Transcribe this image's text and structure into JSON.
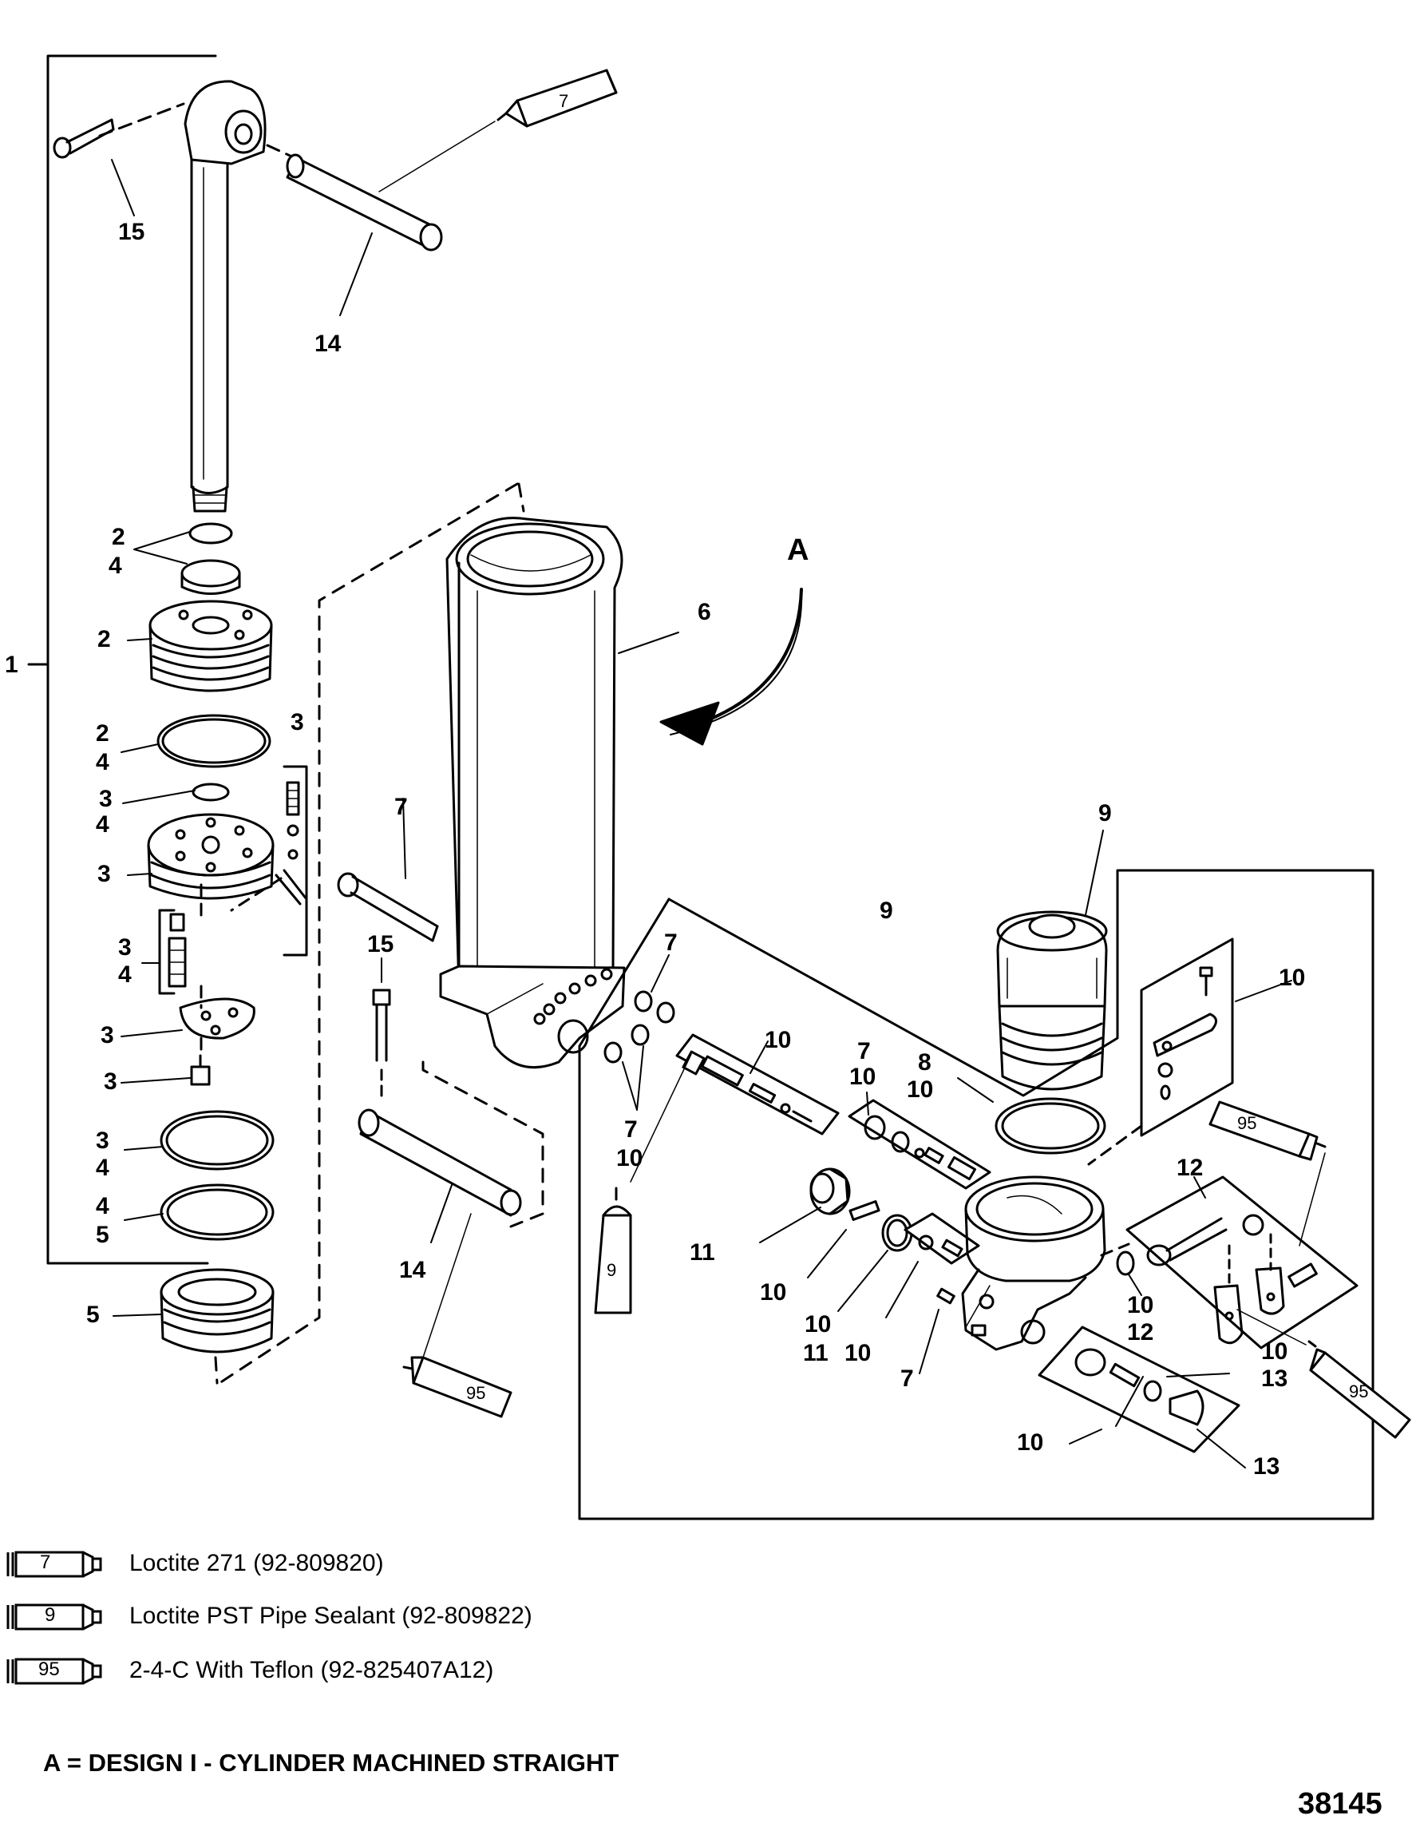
{
  "callouts": {
    "c1": "1",
    "c2a": "2",
    "c4a": "4",
    "c2b": "2",
    "c2c": "2",
    "c4b": "4",
    "c3a": "3",
    "c4c": "4",
    "c3b": "3",
    "c3c": "3",
    "c3d": "3",
    "c4d": "4",
    "c3e": "3",
    "c3f": "3",
    "c3g": "3",
    "c4e": "4",
    "c4f": "4",
    "c5a": "5",
    "c5b": "5",
    "c15a": "15",
    "c14a": "14",
    "c6": "6",
    "c7a": "7",
    "c15b": "15",
    "c14b": "14",
    "c7b": "7",
    "c7c": "7",
    "c10a": "10",
    "c9a": "9",
    "c9b": "9",
    "c10b": "10",
    "c7d": "7",
    "c10c": "10",
    "c8": "8",
    "c10d": "10",
    "c10e": "10",
    "c12a": "12",
    "c11a": "11",
    "c10f": "10",
    "c10g": "10",
    "c11b": "11",
    "c10h": "10",
    "c7e": "7",
    "c10i": "10",
    "c12b": "12",
    "c10j": "10",
    "c13a": "13",
    "c10k": "10",
    "c13b": "13"
  },
  "design_marker": "A",
  "tubes": {
    "t7": "7",
    "t9": "9",
    "t95a": "95",
    "t95b": "95",
    "t95c": "95"
  },
  "legend": [
    {
      "code": "7",
      "text": "Loctite 271 (92-809820)"
    },
    {
      "code": "9",
      "text": "Loctite PST Pipe Sealant (92-809822)"
    },
    {
      "code": "95",
      "text": "2-4-C  With Teflon (92-825407A12)"
    }
  ],
  "note": "A = DESIGN I - CYLINDER MACHINED STRAIGHT",
  "figure_number": "38145"
}
